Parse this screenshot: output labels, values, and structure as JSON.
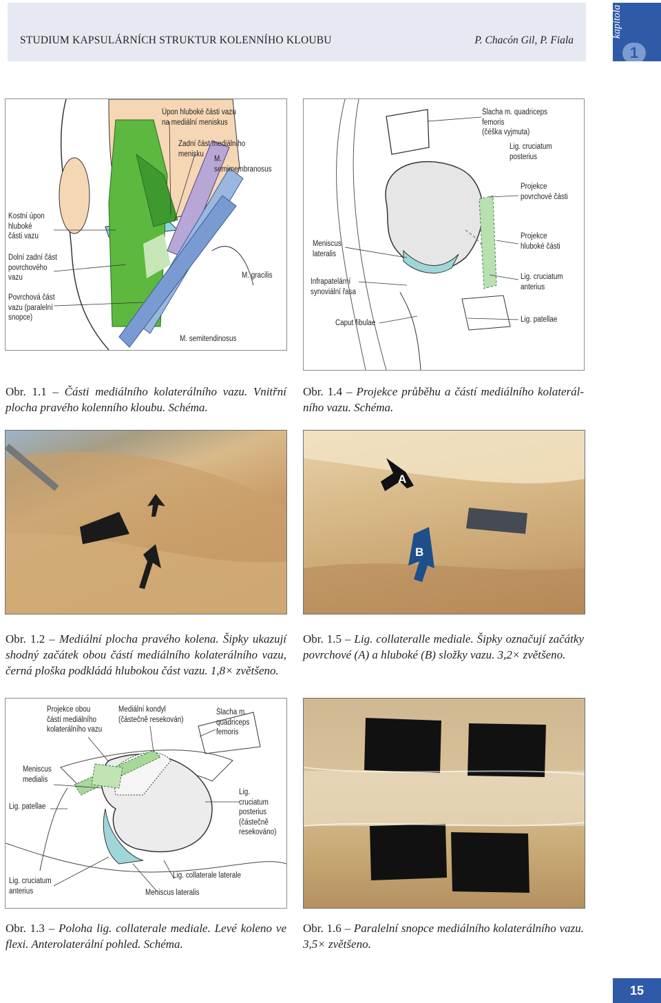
{
  "header": {
    "title": "STUDIUM KAPSULÁRNÍCH STRUKTUR KOLENNÍHO KLOUBU",
    "authors": "P. Chacón Gil, P. Fiala",
    "chapter_word": "kapitola",
    "chapter_number": "1"
  },
  "fig1": {
    "labels": {
      "upon": "Úpon hluboké části vazu\nna mediální meniskus",
      "zadni": "Zadní část mediálního menisku",
      "semimem": "M. semimembranosus",
      "kostni": "Kostní úpon\nhluboké\nčásti vazu",
      "dolni": "Dolní zadní část\npovrchového\nvazu",
      "povrch": "Povrchová část\nvazu (paralelní\nsnopce)",
      "gracilis": "M. gracilis",
      "semitend": "M. semitendinosus"
    },
    "caption_num": "Obr. 1.1",
    "caption": "Části mediálního kolaterálního vazu. Vnitřní plocha pravého kolenního kloubu. Schéma."
  },
  "fig4": {
    "labels": {
      "slacha": "Šlacha m. quadriceps femoris\n(čéška vyjmuta)",
      "cruciatum_post": "Lig. cruciatum\nposterius",
      "projekce_povrch": "Projekce\npovrchové části",
      "meniscus_lat": "Meniscus\nlateralis",
      "projekce_hlub": "Projekce\nhluboké části",
      "infrapat": "Infrapatelární\nsynoviální řasa",
      "cruciatum_ant": "Lig. cruciatum\nanterius",
      "caput": "Caput fibulae",
      "patellae": "Lig. patellae"
    },
    "caption_num": "Obr. 1.4",
    "caption": "Projekce průběhu a částí mediálního kolaterál­ního vazu. Schéma."
  },
  "fig2": {
    "caption_num": "Obr. 1.2",
    "caption": "Mediální plocha pravého kolena. Šipky ukazují shodný začátek obou částí mediálního kolaterálního vazu, černá ploška podkládá hlubokou část vazu. 1,8× zvětšeno."
  },
  "fig5": {
    "arrow_a": "A",
    "arrow_b": "B",
    "caption_num": "Obr. 1.5",
    "caption": "Lig. collateralle mediale. Šipky označují začátky povrchové (A) a hluboké (B) složky vazu. 3,2× zvětšeno."
  },
  "fig3": {
    "labels": {
      "projekce": "Projekce obou\nčástí mediálního\nkolaterálního vazu",
      "kondyl": "Mediální kondyl\n(částečně resekován)",
      "slacha": "Šlacha m. quadriceps\nfemoris",
      "meniscus_med": "Meniscus\nmedialis",
      "patellae": "Lig. patellae",
      "cruciatum_post": "Lig. cruciatum\nposterius\n(částečně\nresekováno)",
      "collaterale": "Lig. collaterale laterale",
      "cruciatum_ant": "Lig. cruciatum\nanterius",
      "meniscus_lat": "Meniscus lateralis"
    },
    "caption_num": "Obr. 1.3",
    "caption": "Poloha lig. collaterale mediale. Levé koleno ve flexi. Anterolaterální pohled. Schéma."
  },
  "fig6": {
    "caption_num": "Obr. 1.6",
    "caption": "Paralelní snopce mediálního kolaterálního vazu. 3,5× zvětšeno."
  },
  "page_number": "15",
  "colors": {
    "accent": "#2f5aa8",
    "header_bg": "#e7e9f2"
  }
}
